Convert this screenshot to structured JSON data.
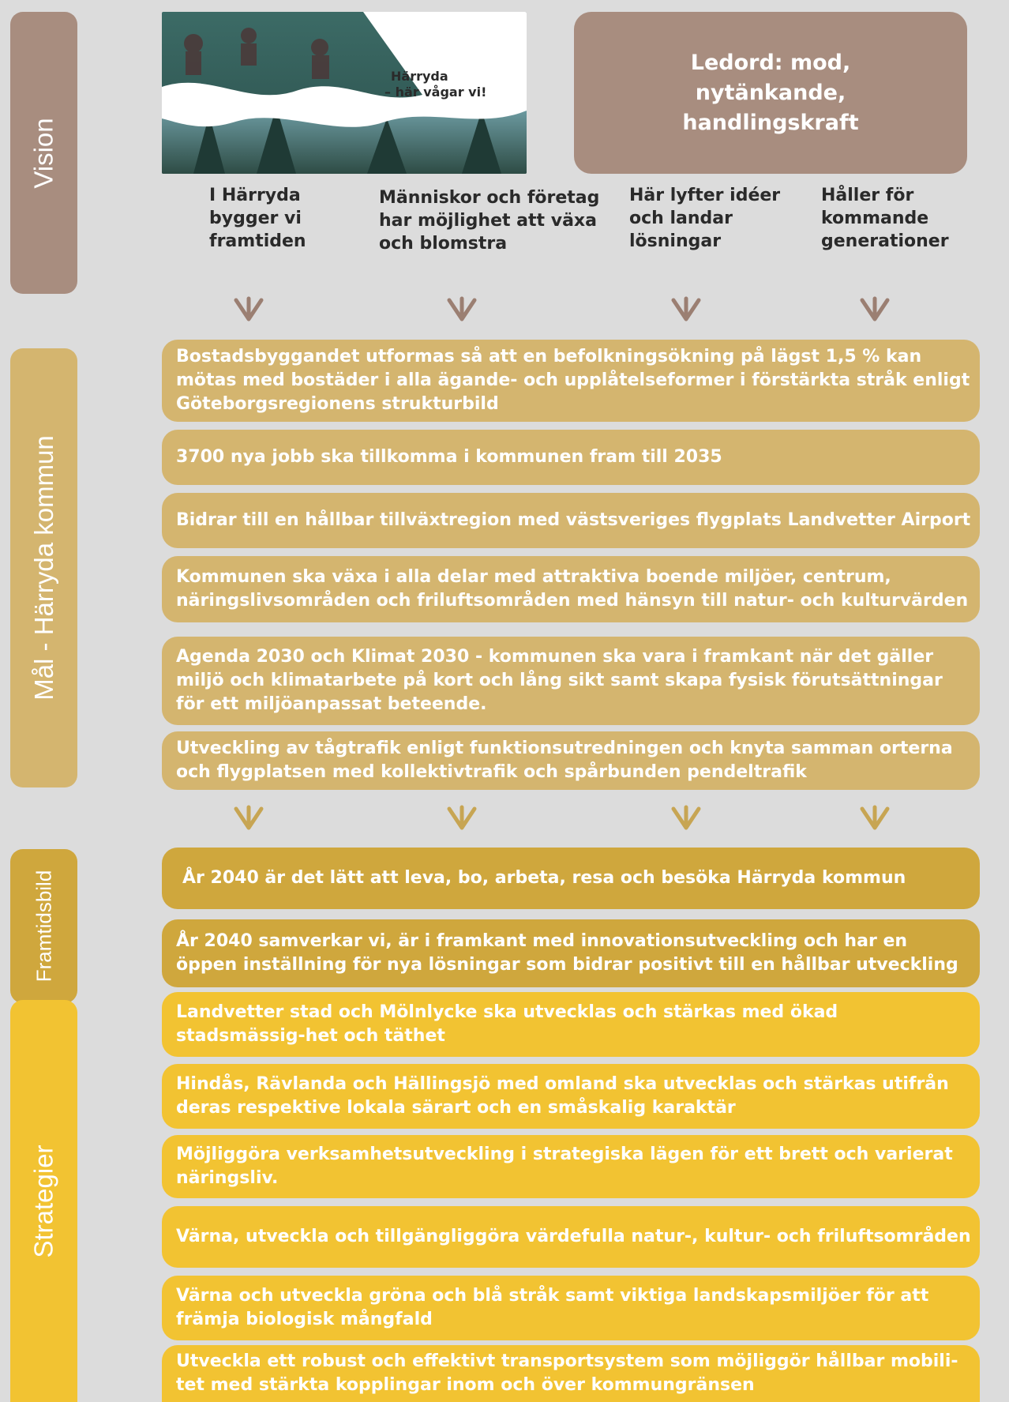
{
  "side_labels": {
    "vision": "Vision",
    "mal": "Mål - Härryda kommun",
    "framtidsbild": "Framtidsbild",
    "strategier": "Strategier"
  },
  "hero": {
    "line1": "Härryda",
    "line2": "– här vågar vi!"
  },
  "ledord": "Ledord: mod, nytänkande, handlingskraft",
  "vision_items": [
    "I Härryda bygger vi framtiden",
    "Människor och företag har möjlighet att växa och blomstra",
    "Här lyfter idéer och landar lösningar",
    "Håller för kommande generationer"
  ],
  "mal_items": [
    "Bostadsbyggandet utformas så att en befolkningsökning på lägst 1,5 % kan mötas med bostäder i alla ägande- och upplåtelseformer i förstärkta stråk enligt Göteborgsregionens strukturbild",
    "3700 nya jobb ska tillkomma i kommunen fram till 2035",
    "Bidrar till en hållbar tillväxtregion med västsveriges flygplats Landvetter Airport",
    "Kommunen ska växa i alla delar med attraktiva boende miljöer, centrum, näringslivsområden och friluftsområden med hänsyn till natur- och kulturvärden",
    "Agenda 2030  och Klimat 2030 - kommunen ska vara i framkant när det gäller miljö och klimatarbete på kort och lång sikt samt skapa fysisk förutsättningar för ett miljöanpassat beteende.",
    "Utveckling av tågtrafik enligt funktionsutredningen och knyta samman orterna och flygplatsen med kollektivtrafik och spårbunden pendeltrafik"
  ],
  "framtidsbild_items": [
    "År 2040 är det lätt att leva, bo, arbeta, resa och besöka Härryda kommun",
    "År 2040 samverkar vi, är i framkant med innovationsutveckling och har en öppen inställning för nya lösningar som bidrar positivt till en hållbar utveckling"
  ],
  "strategi_items": [
    "Landvetter stad och Mölnlycke ska utvecklas och stärkas med ökad stadsmässig-het och täthet",
    "Hindås, Rävlanda och Hällingsjö med omland ska utvecklas och stärkas utifrån deras respektive lokala särart och en småskalig karaktär",
    "Möjliggöra verksamhetsutveckling i strategiska lägen för ett brett och varierat näringsliv.",
    "Värna, utveckla och tillgängliggöra värdefulla natur-, kultur- och friluftsområden",
    "Värna och utveckla gröna och blå stråk samt viktiga landskapsmiljöer för att främja biologisk mångfald",
    "Utveckla ett robust och effektivt transportsystem som möjliggör hållbar mobili-tet med stärkta kopplingar inom och över kommungränsen"
  ],
  "colors": {
    "vision": "#a88d7f",
    "mal": "#d4b56f",
    "framtidsbild": "#cfa73d",
    "strategier": "#f2c332",
    "arrow": "#9b7f72"
  }
}
